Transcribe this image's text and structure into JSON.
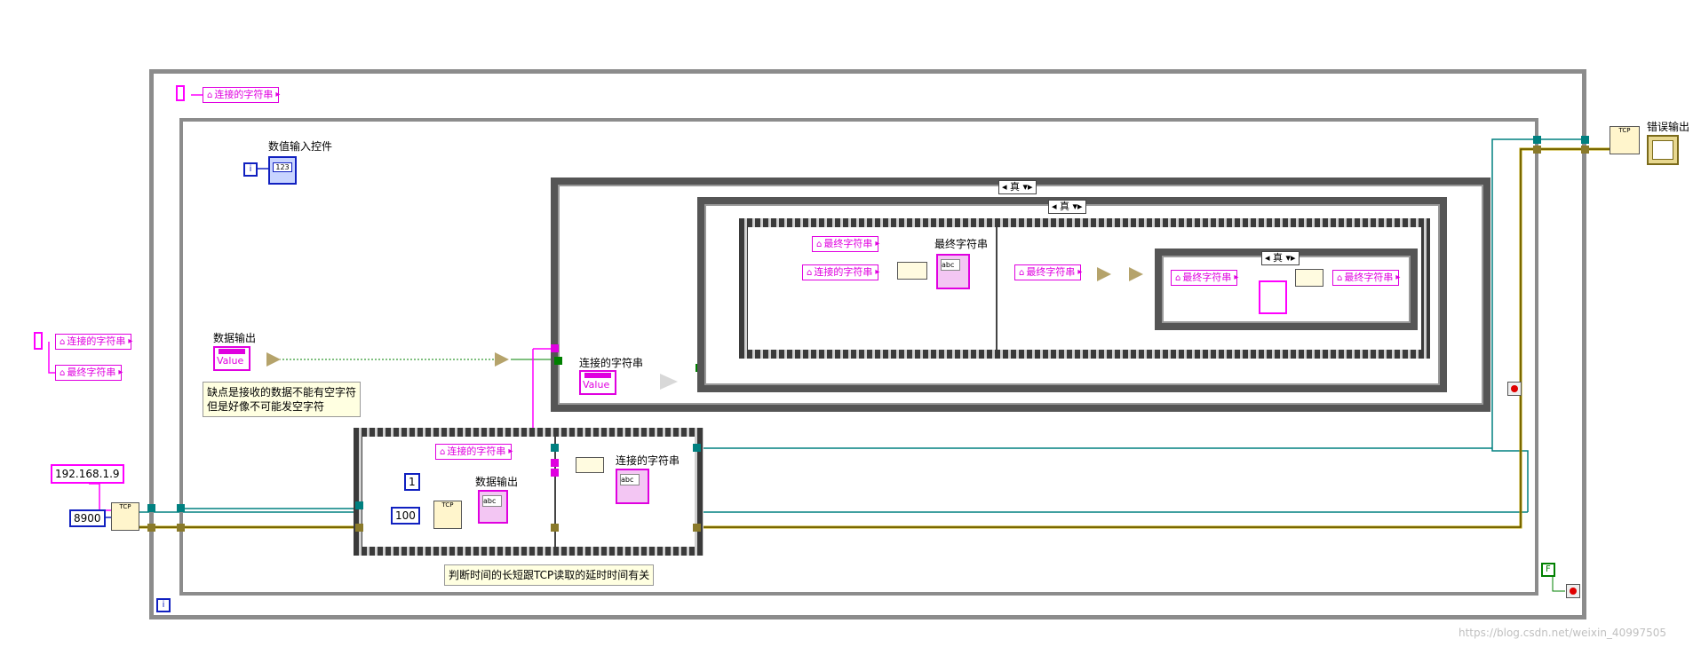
{
  "locals": {
    "concat_string": "连接的字符串",
    "final_string": "最终字符串"
  },
  "labels": {
    "numeric_input_control": "数值输入控件",
    "data_output": "数据输出",
    "concat_string": "连接的字符串",
    "final_string": "最终字符串",
    "error_output": "错误输出",
    "value": "Value"
  },
  "constants": {
    "ip": "192.168.1.9",
    "port": "8900",
    "timeout": "100",
    "count": "1",
    "false_const": "F",
    "iteration": "i"
  },
  "case_selectors": {
    "true_label": "真"
  },
  "comments": {
    "drawback_line1": "缺点是接收的数据不能有空字符",
    "drawback_line2": "但是好像不可能发空字符",
    "timing": "判断时间的长短跟TCP读取的延时时间有关"
  },
  "icons": {
    "tcp_open": "TCP",
    "tcp_read": "TCP",
    "tcp_close": "TCP",
    "numeric_indicator": "123",
    "string_indicator": "abc"
  },
  "watermark": "https://blog.csdn.net/weixin_40997505",
  "colors": {
    "string_wire": "#ff00ff",
    "tcp_wire": "#008080",
    "error_wire": "#b8a000",
    "bool_wire": "#008000",
    "numeric_blue": "#1020c0"
  }
}
